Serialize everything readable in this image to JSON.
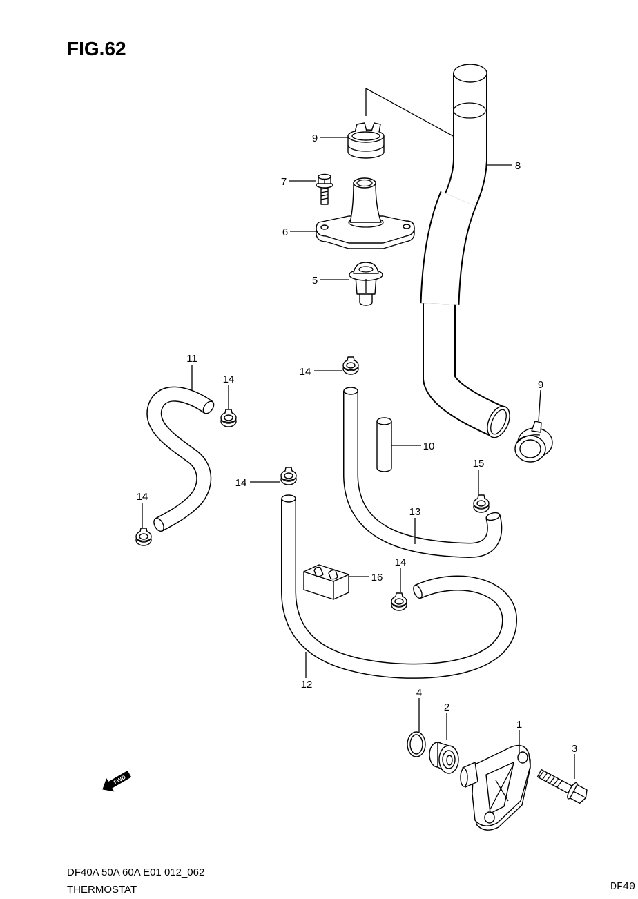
{
  "figure_title": "FIG.62",
  "callouts": [
    "9",
    "7",
    "6",
    "5",
    "8",
    "9",
    "10",
    "11",
    "14",
    "14",
    "14",
    "14",
    "15",
    "13",
    "14",
    "16",
    "12",
    "4",
    "2",
    "1",
    "3"
  ],
  "fwd_arrow": "FWD",
  "footer": {
    "model_code": "DF40A 50A 60A E01 012_062",
    "section_name": "THERMOSTAT",
    "corner_label": "DF40"
  }
}
